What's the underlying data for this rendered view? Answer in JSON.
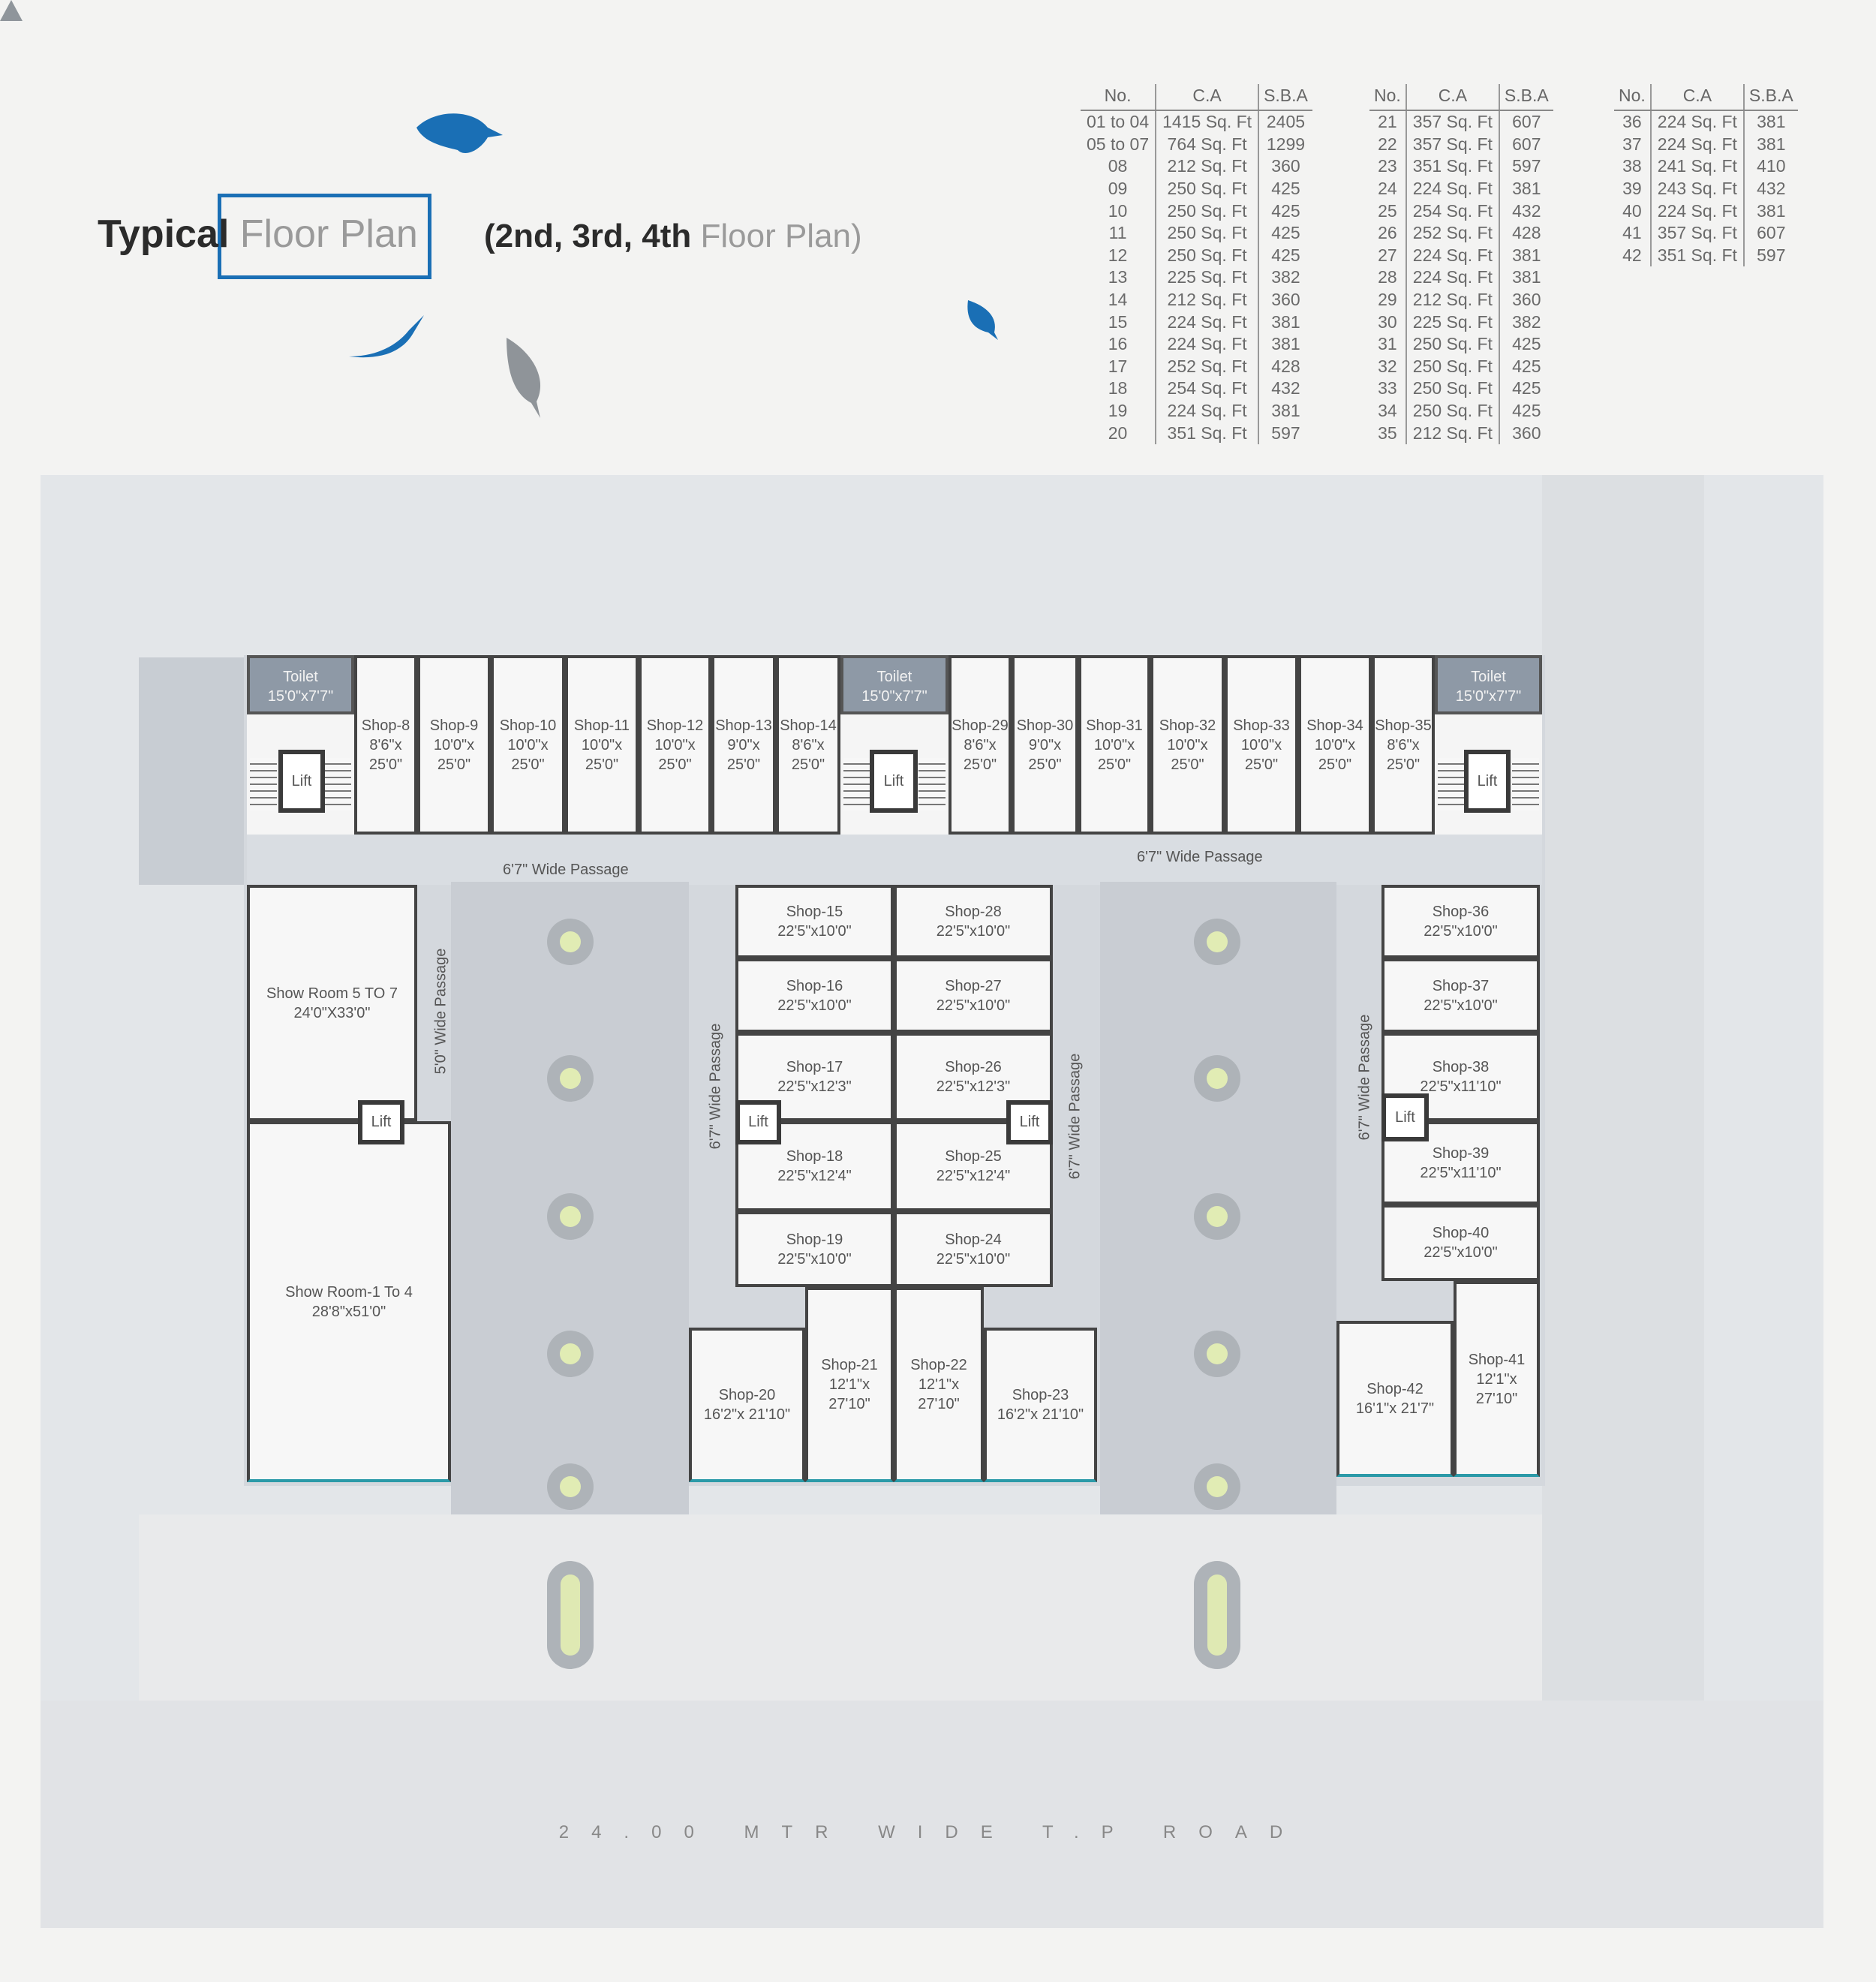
{
  "title": {
    "bold": "Typical",
    "light": "Floor Plan",
    "sub_bold": "(2nd, 3rd, 4th",
    "sub_light": "Floor Plan)"
  },
  "accent_color": "#1a6fb5",
  "area_table": {
    "columns": [
      "No.",
      "C.A",
      "S.B.A"
    ],
    "groups": [
      [
        [
          "01 to 04",
          "1415 Sq. Ft",
          "2405"
        ],
        [
          "05 to 07",
          "764 Sq. Ft",
          "1299"
        ],
        [
          "08",
          "212 Sq. Ft",
          "360"
        ],
        [
          "09",
          "250 Sq. Ft",
          "425"
        ],
        [
          "10",
          "250 Sq. Ft",
          "425"
        ],
        [
          "11",
          "250 Sq. Ft",
          "425"
        ],
        [
          "12",
          "250 Sq. Ft",
          "425"
        ],
        [
          "13",
          "225 Sq. Ft",
          "382"
        ],
        [
          "14",
          "212 Sq. Ft",
          "360"
        ],
        [
          "15",
          "224 Sq. Ft",
          "381"
        ],
        [
          "16",
          "224 Sq. Ft",
          "381"
        ],
        [
          "17",
          "252 Sq. Ft",
          "428"
        ],
        [
          "18",
          "254 Sq. Ft",
          "432"
        ],
        [
          "19",
          "224 Sq. Ft",
          "381"
        ],
        [
          "20",
          "351 Sq. Ft",
          "597"
        ]
      ],
      [
        [
          "21",
          "357 Sq. Ft",
          "607"
        ],
        [
          "22",
          "357 Sq. Ft",
          "607"
        ],
        [
          "23",
          "351 Sq. Ft",
          "597"
        ],
        [
          "24",
          "224 Sq. Ft",
          "381"
        ],
        [
          "25",
          "254 Sq. Ft",
          "432"
        ],
        [
          "26",
          "252 Sq. Ft",
          "428"
        ],
        [
          "27",
          "224 Sq. Ft",
          "381"
        ],
        [
          "28",
          "224 Sq. Ft",
          "381"
        ],
        [
          "29",
          "212 Sq. Ft",
          "360"
        ],
        [
          "30",
          "225 Sq. Ft",
          "382"
        ],
        [
          "31",
          "250 Sq. Ft",
          "425"
        ],
        [
          "32",
          "250 Sq. Ft",
          "425"
        ],
        [
          "33",
          "250 Sq. Ft",
          "425"
        ],
        [
          "34",
          "250 Sq. Ft",
          "425"
        ],
        [
          "35",
          "212 Sq. Ft",
          "360"
        ]
      ],
      [
        [
          "36",
          "224 Sq. Ft",
          "381"
        ],
        [
          "37",
          "224 Sq. Ft",
          "381"
        ],
        [
          "38",
          "241 Sq. Ft",
          "410"
        ],
        [
          "39",
          "243 Sq. Ft",
          "432"
        ],
        [
          "40",
          "224 Sq. Ft",
          "381"
        ],
        [
          "41",
          "357 Sq. Ft",
          "607"
        ],
        [
          "42",
          "351 Sq. Ft",
          "597"
        ]
      ]
    ]
  },
  "plan": {
    "rooms": [
      {
        "id": "toilet-1",
        "name": "Toilet",
        "size": "15'0\"x7'7\""
      },
      {
        "id": "toilet-2",
        "name": "Toilet",
        "size": "15'0\"x7'7\""
      },
      {
        "id": "toilet-3",
        "name": "Toilet",
        "size": "15'0\"x7'7\""
      },
      {
        "id": "shop-8",
        "name": "Shop-8",
        "size": "8'6\"x 25'0\""
      },
      {
        "id": "shop-9",
        "name": "Shop-9",
        "size": "10'0\"x 25'0\""
      },
      {
        "id": "shop-10",
        "name": "Shop-10",
        "size": "10'0\"x 25'0\""
      },
      {
        "id": "shop-11",
        "name": "Shop-11",
        "size": "10'0\"x 25'0\""
      },
      {
        "id": "shop-12",
        "name": "Shop-12",
        "size": "10'0\"x 25'0\""
      },
      {
        "id": "shop-13",
        "name": "Shop-13",
        "size": "9'0\"x 25'0\""
      },
      {
        "id": "shop-14",
        "name": "Shop-14",
        "size": "8'6\"x 25'0\""
      },
      {
        "id": "shop-29",
        "name": "Shop-29",
        "size": "8'6\"x 25'0\""
      },
      {
        "id": "shop-30",
        "name": "Shop-30",
        "size": "9'0\"x 25'0\""
      },
      {
        "id": "shop-31",
        "name": "Shop-31",
        "size": "10'0\"x 25'0\""
      },
      {
        "id": "shop-32",
        "name": "Shop-32",
        "size": "10'0\"x 25'0\""
      },
      {
        "id": "shop-33",
        "name": "Shop-33",
        "size": "10'0\"x 25'0\""
      },
      {
        "id": "shop-34",
        "name": "Shop-34",
        "size": "10'0\"x 25'0\""
      },
      {
        "id": "shop-35",
        "name": "Shop-35",
        "size": "8'6\"x 25'0\""
      },
      {
        "id": "showroom-5-7",
        "name": "Show Room 5 TO 7",
        "size": "24'0\"X33'0\""
      },
      {
        "id": "showroom-1-4",
        "name": "Show Room-1 To 4",
        "size": "28'8\"x51'0\""
      },
      {
        "id": "shop-15",
        "name": "Shop-15",
        "size": "22'5\"x10'0\""
      },
      {
        "id": "shop-16",
        "name": "Shop-16",
        "size": "22'5\"x10'0\""
      },
      {
        "id": "shop-17",
        "name": "Shop-17",
        "size": "22'5\"x12'3\""
      },
      {
        "id": "shop-18",
        "name": "Shop-18",
        "size": "22'5\"x12'4\""
      },
      {
        "id": "shop-19",
        "name": "Shop-19",
        "size": "22'5\"x10'0\""
      },
      {
        "id": "shop-28",
        "name": "Shop-28",
        "size": "22'5\"x10'0\""
      },
      {
        "id": "shop-27",
        "name": "Shop-27",
        "size": "22'5\"x10'0\""
      },
      {
        "id": "shop-26",
        "name": "Shop-26",
        "size": "22'5\"x12'3\""
      },
      {
        "id": "shop-25",
        "name": "Shop-25",
        "size": "22'5\"x12'4\""
      },
      {
        "id": "shop-24",
        "name": "Shop-24",
        "size": "22'5\"x10'0\""
      },
      {
        "id": "shop-20",
        "name": "Shop-20",
        "size": "16'2\"x 21'10\""
      },
      {
        "id": "shop-21",
        "name": "Shop-21",
        "size": "12'1\"x 27'10\""
      },
      {
        "id": "shop-22",
        "name": "Shop-22",
        "size": "12'1\"x 27'10\""
      },
      {
        "id": "shop-23",
        "name": "Shop-23",
        "size": "16'2\"x 21'10\""
      },
      {
        "id": "shop-36",
        "name": "Shop-36",
        "size": "22'5\"x10'0\""
      },
      {
        "id": "shop-37",
        "name": "Shop-37",
        "size": "22'5\"x10'0\""
      },
      {
        "id": "shop-38",
        "name": "Shop-38",
        "size": "22'5\"x11'10\""
      },
      {
        "id": "shop-39",
        "name": "Shop-39",
        "size": "22'5\"x11'10\""
      },
      {
        "id": "shop-40",
        "name": "Shop-40",
        "size": "22'5\"x10'0\""
      },
      {
        "id": "shop-41",
        "name": "Shop-41",
        "size": "12'1\"x 27'10\""
      },
      {
        "id": "shop-42",
        "name": "Shop-42",
        "size": "16'1\"x 21'7\""
      }
    ],
    "lift_label": "Lift",
    "passages": [
      "6'7\" Wide Passage",
      "6'7\" Wide Passage",
      "6'7\" Wide Passage",
      "6'7\" Wide Passage",
      "6'7\" Wide Passage",
      "5'0\" Wide Passage"
    ],
    "road_label": "24.00 MTR WIDE T.P ROAD"
  }
}
